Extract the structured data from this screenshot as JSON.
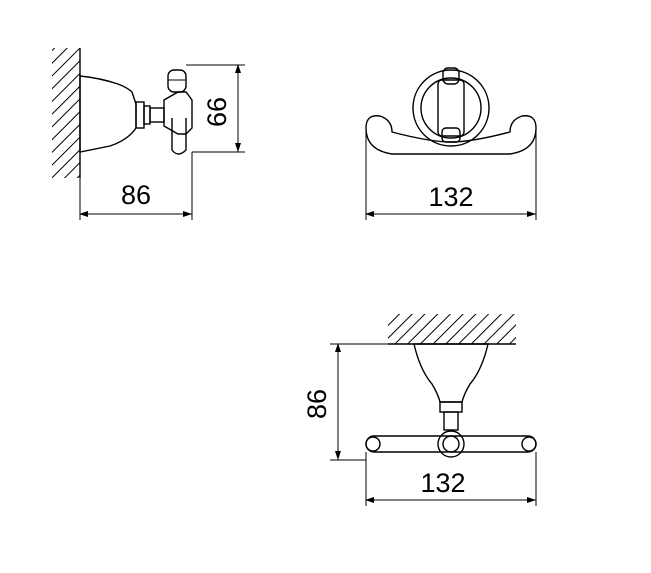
{
  "views": {
    "side": {
      "width_label": "86",
      "height_label": "66"
    },
    "front": {
      "width_label": "132"
    },
    "top": {
      "width_label": "132",
      "depth_label": "86"
    }
  },
  "colors": {
    "line": "#000000",
    "background": "#ffffff"
  }
}
